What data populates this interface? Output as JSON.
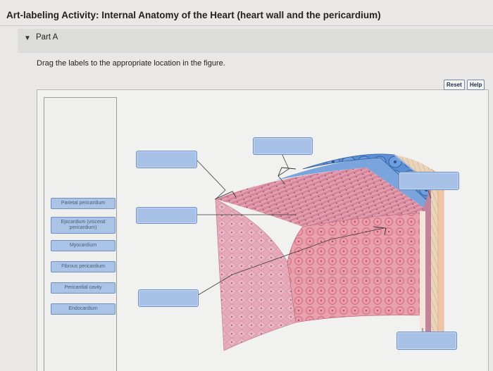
{
  "header": {
    "title": "Art-labeling Activity: Internal Anatomy of the Heart (heart wall and the pericardium)"
  },
  "part": {
    "toggle_icon": "▼",
    "label": "Part A"
  },
  "instructions": "Drag the labels to the appropriate location in the figure.",
  "toolbar": {
    "reset_label": "Reset",
    "help_label": "Help"
  },
  "label_bank": [
    "Parietal pericardium",
    "Epicardium (visceral pericardium)",
    "Myocardium",
    "Fibrous pericardium",
    "Pericardial cavity",
    "Endocardium"
  ],
  "colors": {
    "target_fill": "#a7c2e6",
    "label_fill": "#a9c4e6",
    "muscle_pink": "#e2a3b2",
    "epicardium_blue": "#4f7fc8"
  }
}
